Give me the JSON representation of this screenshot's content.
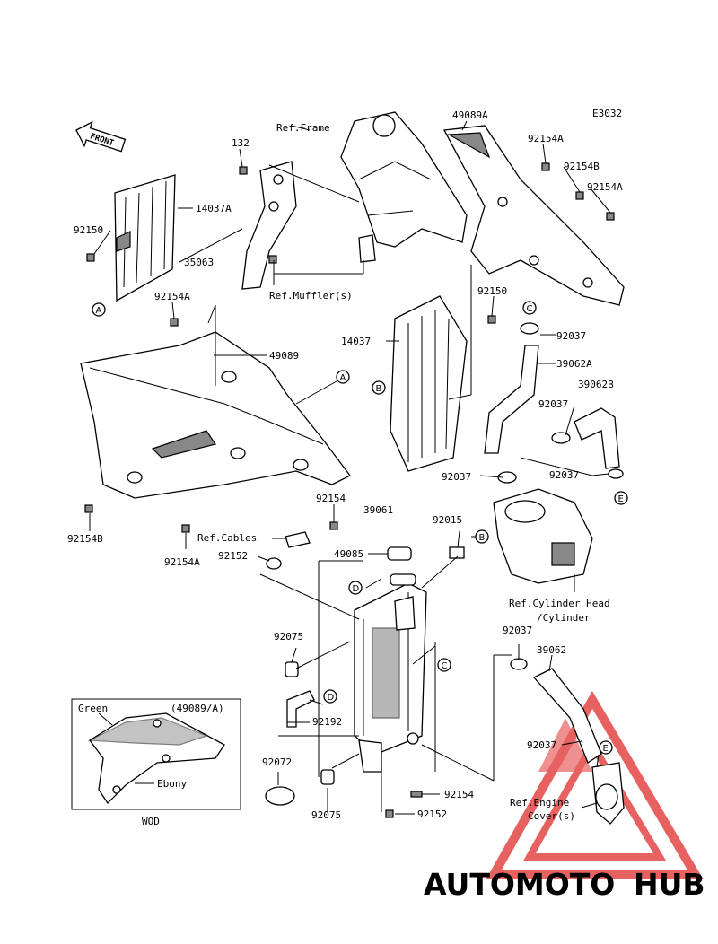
{
  "diagram": {
    "code": "E3032",
    "front": "FRONT",
    "labels": {
      "p132": "132",
      "p14037A": "14037A",
      "p92150_left": "92150",
      "p35063": "35063",
      "ref_frame": "Ref.Frame",
      "ref_muffler": "Ref.Muffler(s)",
      "p49089A": "49089A",
      "p92154A_top": "92154A",
      "p92154B_top": "92154B",
      "p92154A_top2": "92154A",
      "p92154A_left": "92154A",
      "p49089": "49089",
      "p14037": "14037",
      "p92150_mid": "92150",
      "p92037_1": "92037",
      "p39062A": "39062A",
      "p39062B": "39062B",
      "p92037_2": "92037",
      "p92037_3": "92037",
      "p92037_4": "92037",
      "p92154B_bottom": "92154B",
      "p92154A_bottom": "92154A",
      "p92154_mid": "92154",
      "p39061": "39061",
      "p92015": "92015",
      "ref_cables": "Ref.Cables",
      "p92152_upper": "92152",
      "p49085": "49085",
      "ref_cylinder_line1": "Ref.Cylinder Head",
      "ref_cylinder_line2": "/Cylinder",
      "p92075_upper": "92075",
      "p92037_5": "92037",
      "p39062": "39062",
      "p92192": "92192",
      "p92072": "92072",
      "p92075_lower": "92075",
      "p92154_lower": "92154",
      "p92152_lower": "92152",
      "p92037_6": "92037",
      "ref_engine_line1": "Ref.Engine",
      "ref_engine_line2": "Cover(s)"
    },
    "callouts": [
      "A",
      "A",
      "B",
      "B",
      "C",
      "C",
      "D",
      "D",
      "E",
      "E"
    ],
    "inset": {
      "code": "(49089/A)",
      "green": "Green",
      "ebony": "Ebony",
      "variant": "WOD"
    }
  },
  "watermark": {
    "part1": "AUTOMOTO",
    "part2": "HUB",
    "color1": "#f5b08a",
    "color2": "#555555",
    "triangle_color": "#e04040"
  }
}
